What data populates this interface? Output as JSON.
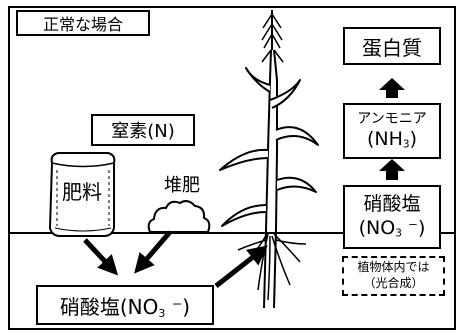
{
  "scene_title": "正常な場合",
  "labels": {
    "nitrogen": "窒素(N)",
    "fertilizer": "肥料",
    "compost": "堆肥",
    "nitrate_ground": {
      "prefix": "硝酸塩(NO",
      "sub": "3",
      "suffix": " ⁻)"
    },
    "nitrate_plant": {
      "line1": "硝酸塩",
      "prefix": "(NO",
      "sub": "3",
      "suffix": " ⁻)"
    },
    "ammonia": {
      "line1": "アンモニア",
      "prefix": "(NH",
      "sub": "3",
      "suffix": ")"
    },
    "protein": "蛋白質",
    "photosynthesis_note": {
      "line1": "植物体内では",
      "line2": "（光合成）"
    }
  },
  "colors": {
    "line": "#000000",
    "background": "#ffffff"
  }
}
